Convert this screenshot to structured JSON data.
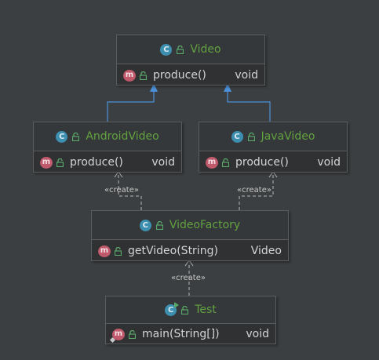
{
  "classes": {
    "video": {
      "name": "Video",
      "method": "produce()",
      "return_type": "void"
    },
    "android_video": {
      "name": "AndroidVideo",
      "method": "produce()",
      "return_type": "void"
    },
    "java_video": {
      "name": "JavaVideo",
      "method": "produce()",
      "return_type": "void"
    },
    "video_factory": {
      "name": "VideoFactory",
      "method": "getVideo(String)",
      "return_type": "Video"
    },
    "test": {
      "name": "Test",
      "method": "main(String[])",
      "return_type": "void"
    }
  },
  "relations": {
    "create_label": "«create»"
  },
  "icons": {
    "class_glyph": "C",
    "method_glyph": "m",
    "class_icon": "class-icon",
    "method_icon": "method-icon",
    "visibility_icon": "unlock-icon"
  },
  "colors": {
    "background": "#3c3f41",
    "class_name": "#62a140",
    "inheritance_arrow": "#4d90d8",
    "dependency_line": "#b8b8b8",
    "class_icon": "#3d8fb0",
    "method_icon": "#c0596b"
  }
}
